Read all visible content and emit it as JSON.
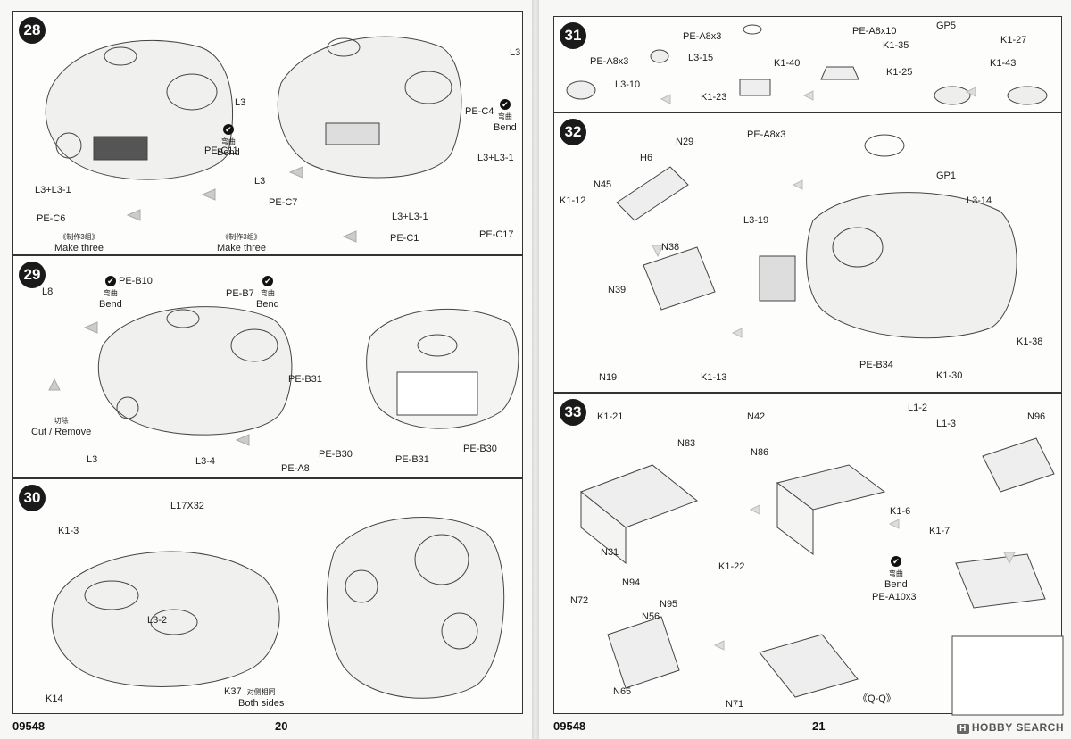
{
  "catalog_number": "09548",
  "pages": {
    "left_number": "20",
    "right_number": "21"
  },
  "watermark": "HOBBY SEARCH",
  "bend_zh": "弯曲",
  "bend_en": "Bend",
  "make3_zh": "《制作3组》",
  "make3_en": "Make three",
  "steps": {
    "s28": {
      "num": "28",
      "labels": {
        "l3_a": "L3",
        "pec11": "PE-C11",
        "l3_b": "L3",
        "pec7": "PE-C7",
        "l3l31_a": "L3+L3-1",
        "pec6": "PE-C6",
        "l3l31_b": "L3+L3-1",
        "pec1": "PE-C1",
        "l3_c": "L3",
        "pec4": "PE-C4",
        "l3l31_c": "L3+L3-1",
        "pec17": "PE-C17"
      }
    },
    "s29": {
      "num": "29",
      "labels": {
        "l8": "L8",
        "peb10": "PE-B10",
        "peb7": "PE-B7",
        "peb31_a": "PE-B31",
        "peb30_a": "PE-B30",
        "l34": "L3-4",
        "pea8": "PE-A8",
        "l3": "L3",
        "cut_zh": "切除",
        "cut_en": "Cut / Remove",
        "peb31_b": "PE-B31",
        "peb30_b": "PE-B30"
      }
    },
    "s30": {
      "num": "30",
      "labels": {
        "l17x32": "L17X32",
        "k13": "K1-3",
        "l32": "L3-2",
        "k14": "K14",
        "k37": "K37",
        "both_zh": "对侧相同",
        "both_en": "Both sides"
      }
    },
    "s31": {
      "num": "31",
      "labels": {
        "pea8x3_a": "PE-A8x3",
        "l310": "L3-10",
        "pea8x3_b": "PE-A8x3",
        "l315": "L3-15",
        "k140": "K1-40",
        "k123": "K1-23",
        "pea8x10": "PE-A8x10",
        "k135": "K1-35",
        "k125": "K1-25",
        "gp5": "GP5",
        "k127": "K1-27",
        "k143": "K1-43"
      }
    },
    "s32": {
      "num": "32",
      "labels": {
        "n29": "N29",
        "h6": "H6",
        "n45": "N45",
        "k112": "K1-12",
        "pea8x3": "PE-A8x3",
        "l319": "L3-19",
        "gp1": "GP1",
        "l314": "L3-14",
        "n38": "N38",
        "n39": "N39",
        "n19": "N19",
        "k113": "K1-13",
        "k138": "K1-38",
        "peb34": "PE-B34",
        "k130": "K1-30"
      }
    },
    "s33": {
      "num": "33",
      "labels": {
        "k121": "K1-21",
        "n83": "N83",
        "n31": "N31",
        "k122": "K1-22",
        "n42": "N42",
        "n86": "N86",
        "l12": "L1-2",
        "l13": "L1-3",
        "n96": "N96",
        "k16": "K1-6",
        "k17": "K1-7",
        "pea10x3": "PE-A10x3",
        "n94": "N94",
        "n72": "N72",
        "n56": "N56",
        "n95": "N95",
        "n65": "N65",
        "n71": "N71",
        "qq": "《Q-Q》"
      }
    }
  }
}
